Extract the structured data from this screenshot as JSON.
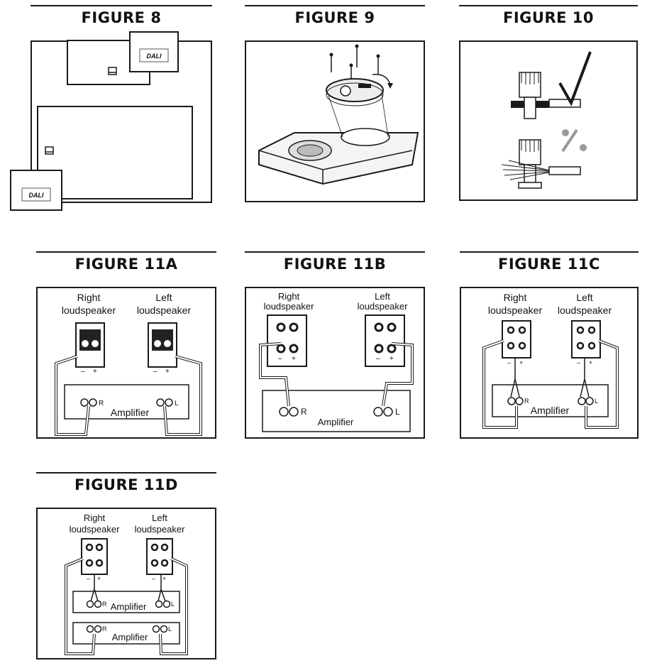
{
  "figures": {
    "fig8": {
      "title": "FIGURE 8",
      "logo": "DALI"
    },
    "fig9": {
      "title": "FIGURE 9"
    },
    "fig10": {
      "title": "FIGURE 10"
    },
    "fig11a": {
      "title": "FIGURE 11A",
      "right": [
        "Right",
        "loudspeaker"
      ],
      "left": [
        "Left",
        "loudspeaker"
      ],
      "amplifier": "Amplifier",
      "ch_r": "R",
      "ch_l": "L",
      "minus": "–",
      "plus": "+"
    },
    "fig11b": {
      "title": "FIGURE 11B",
      "right": [
        "Right",
        "loudspeaker"
      ],
      "left": [
        "Left",
        "loudspeaker"
      ],
      "amplifier": "Amplifier",
      "ch_r": "R",
      "ch_l": "L",
      "minus": "–",
      "plus": "+"
    },
    "fig11c": {
      "title": "FIGURE 11C",
      "right": [
        "Right",
        "loudspeaker"
      ],
      "left": [
        "Left",
        "loudspeaker"
      ],
      "amplifier": "Amplifier",
      "ch_r": "R",
      "ch_l": "L",
      "minus": "–",
      "plus": "+"
    },
    "fig11d": {
      "title": "FIGURE 11D",
      "right": [
        "Right",
        "loudspeaker"
      ],
      "left": [
        "Left",
        "loudspeaker"
      ],
      "amplifier": "Amplifier",
      "amplifier2": "Amplifier",
      "ch_r": "R",
      "ch_l": "L",
      "minus": "–",
      "plus": "+"
    }
  }
}
